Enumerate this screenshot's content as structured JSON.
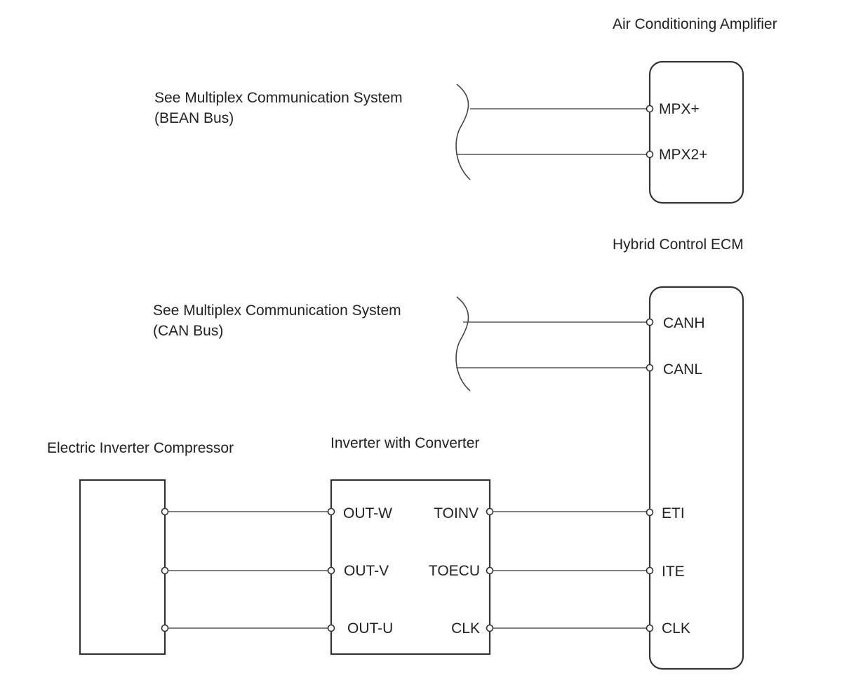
{
  "components": {
    "ac_amplifier": {
      "title": "Air Conditioning Amplifier",
      "pins": [
        "MPX+",
        "MPX2+"
      ]
    },
    "hybrid_ecm": {
      "title": "Hybrid Control ECM",
      "pins": [
        "CANH",
        "CANL",
        "ETI",
        "ITE",
        "CLK"
      ]
    },
    "compressor": {
      "title": "Electric Inverter Compressor"
    },
    "inverter": {
      "title": "Inverter with Converter",
      "left_pins": [
        "OUT-W",
        "OUT-V",
        "OUT-U"
      ],
      "right_pins": [
        "TOINV",
        "TOECU",
        "CLK"
      ]
    }
  },
  "references": {
    "bean": {
      "line1": "See Multiplex Communication System",
      "line2": "(BEAN Bus)"
    },
    "can": {
      "line1": "See Multiplex Communication System",
      "line2": "(CAN Bus)"
    }
  },
  "connections": [
    {
      "from": "See Multiplex Communication System (BEAN Bus)",
      "to": "MPX+"
    },
    {
      "from": "See Multiplex Communication System (BEAN Bus)",
      "to": "MPX2+"
    },
    {
      "from": "See Multiplex Communication System (CAN Bus)",
      "to": "CANH"
    },
    {
      "from": "See Multiplex Communication System (CAN Bus)",
      "to": "CANL"
    },
    {
      "from": "OUT-W",
      "to": "Electric Inverter Compressor"
    },
    {
      "from": "OUT-V",
      "to": "Electric Inverter Compressor"
    },
    {
      "from": "OUT-U",
      "to": "Electric Inverter Compressor"
    },
    {
      "from": "TOINV",
      "to": "ETI"
    },
    {
      "from": "TOECU",
      "to": "ITE"
    },
    {
      "from": "CLK",
      "to": "CLK"
    }
  ]
}
